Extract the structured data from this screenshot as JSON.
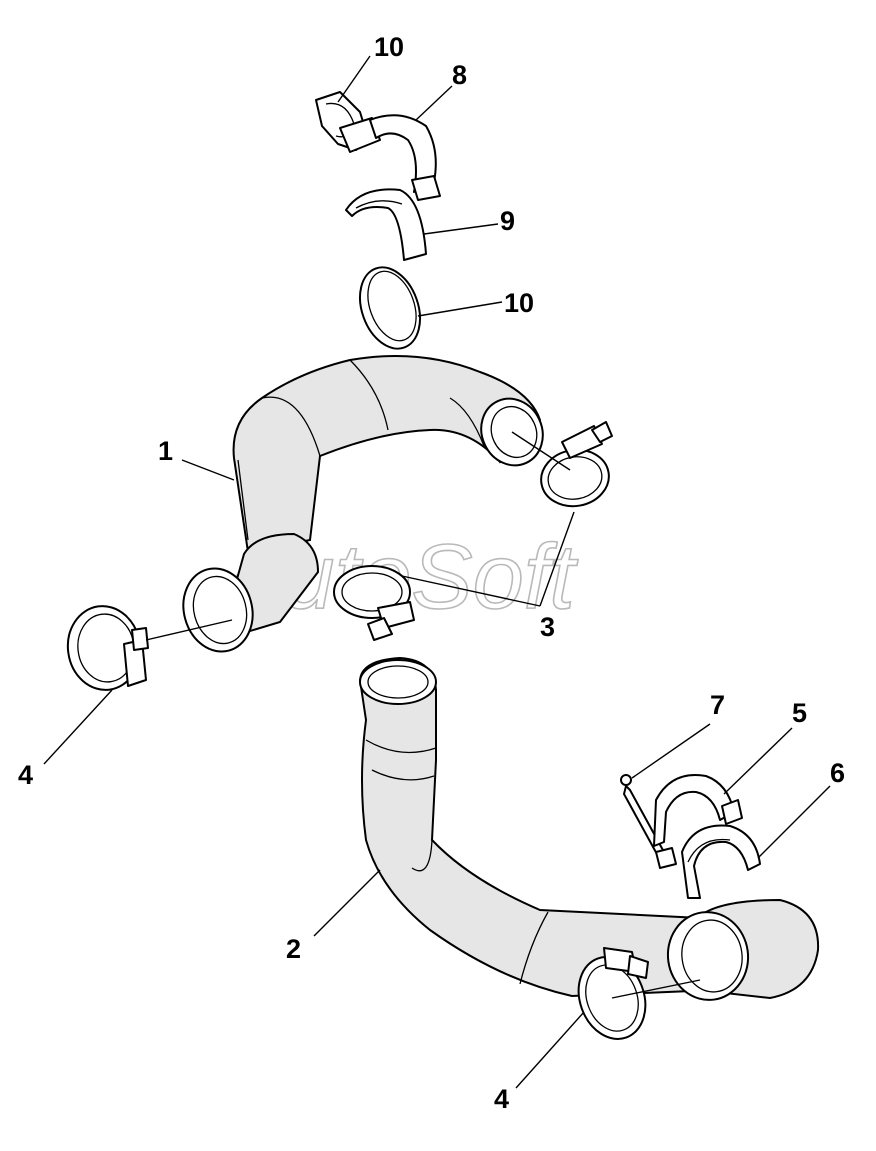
{
  "diagram": {
    "watermark": "AutoSoft",
    "callouts": {
      "hose_upper": "1",
      "hose_lower": "2",
      "clamp_center": "3",
      "clamp_left": "4",
      "clamp_lower": "4",
      "bracket_right": "5",
      "insert_right": "6",
      "bolt": "7",
      "bracket_top": "8",
      "insert_top": "9",
      "clip_top": "10",
      "band_top": "10"
    },
    "colors": {
      "line": "#000000",
      "watermark": "#b9b9b9",
      "shade": "#e6e6e6"
    }
  }
}
